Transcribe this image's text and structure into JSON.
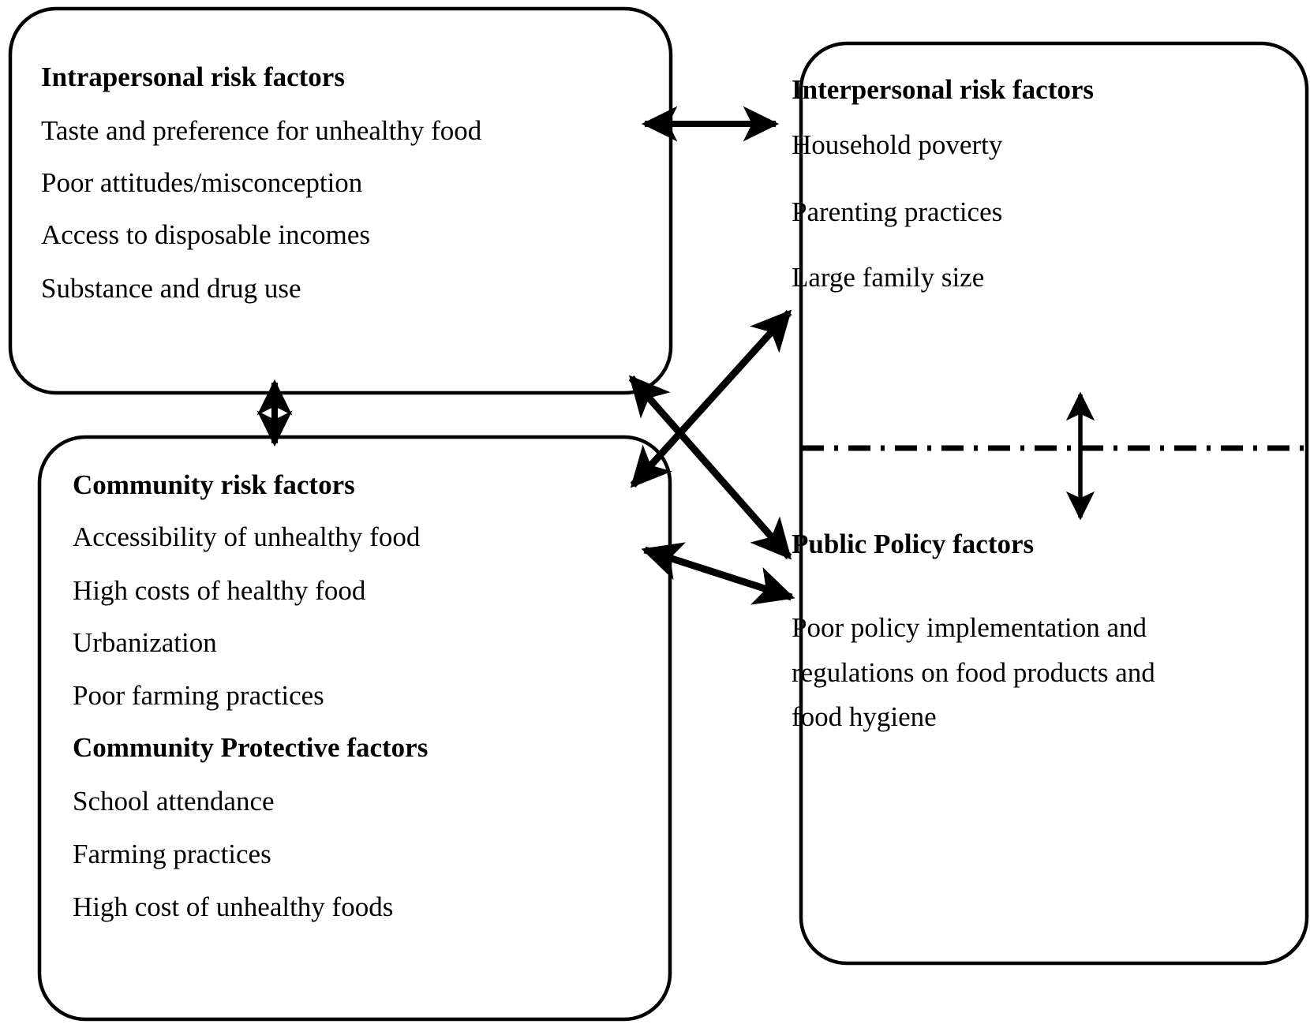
{
  "diagram": {
    "title": "Socio-ecological model of risk and protective factors",
    "line_color": "#000000",
    "background_color": "#ffffff"
  },
  "boxes": {
    "intrapersonal": {
      "heading": "Intrapersonal risk factors",
      "items": [
        "Taste and preference for unhealthy food",
        "Poor attitudes/misconception",
        "Access to disposable incomes",
        "Substance and drug use"
      ]
    },
    "interpersonal": {
      "heading": "Interpersonal risk factors",
      "items": [
        "Household poverty",
        "Parenting practices",
        "Large family size"
      ]
    },
    "community": {
      "heading_risk": "Community risk factors",
      "risk_items": [
        "Accessibility of unhealthy food",
        "High costs of healthy food",
        "Urbanization",
        "Poor farming practices"
      ],
      "heading_protective": "Community Protective factors",
      "protective_items": [
        "School attendance",
        "Farming practices",
        "High cost of unhealthy foods"
      ]
    },
    "public_policy": {
      "heading": "Public Policy factors",
      "body": "Poor policy implementation and regulations on food products and food hygiene"
    }
  },
  "connectors": [
    {
      "name": "intrapersonal-interpersonal",
      "style": "double-arrow",
      "orientation": "horizontal"
    },
    {
      "name": "intrapersonal-community",
      "style": "double-arrow",
      "orientation": "vertical"
    },
    {
      "name": "intrapersonal-public-policy",
      "style": "double-arrow",
      "orientation": "diagonal-down-right"
    },
    {
      "name": "community-interpersonal",
      "style": "double-arrow",
      "orientation": "diagonal-up-right"
    },
    {
      "name": "community-public-policy",
      "style": "double-arrow",
      "orientation": "diagonal-down-right"
    },
    {
      "name": "interpersonal-public-policy",
      "style": "double-arrow",
      "orientation": "vertical"
    },
    {
      "name": "interpersonal-public-policy-divider",
      "style": "dash-dot-line",
      "orientation": "horizontal"
    }
  ]
}
